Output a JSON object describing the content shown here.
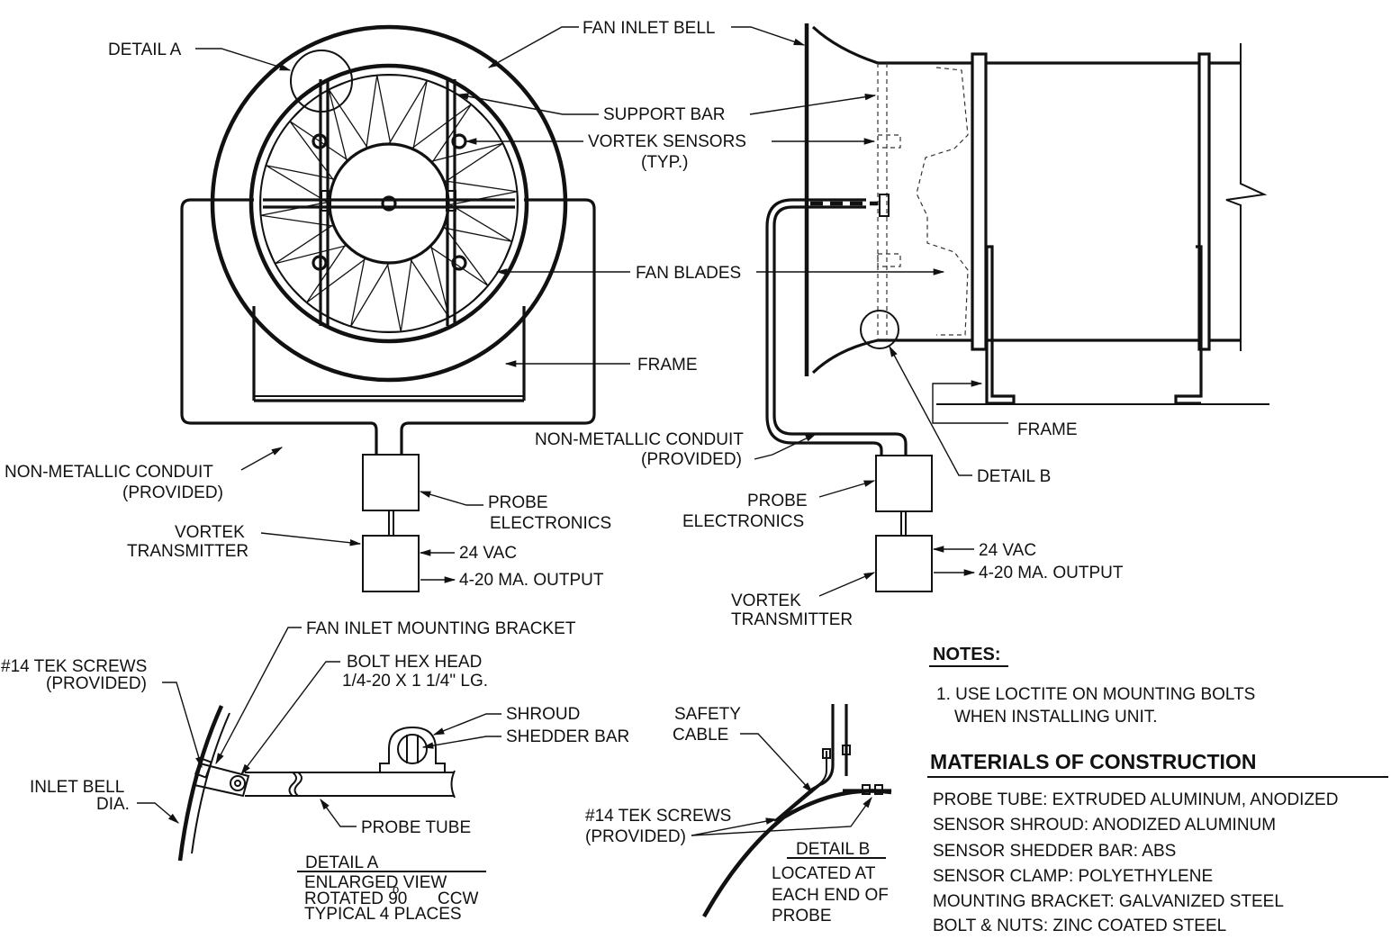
{
  "front_view": {
    "detail_a": "DETAIL A",
    "fan_inlet_bell": "FAN INLET BELL",
    "support_bar": "SUPPORT BAR",
    "vortek_sensors": "VORTEK SENSORS",
    "vortek_sensors_typ": "(TYP.)",
    "fan_blades": "FAN BLADES",
    "frame": "FRAME",
    "conduit_1": "NON-METALLIC CONDUIT",
    "conduit_2": "(PROVIDED)",
    "probe_electronics_1": "PROBE",
    "probe_electronics_2": "ELECTRONICS",
    "transmitter_1": "VORTEK",
    "transmitter_2": "TRANSMITTER",
    "vac": "24 VAC",
    "output": "4-20 MA. OUTPUT"
  },
  "side_view": {
    "conduit_1": "NON-METALLIC CONDUIT",
    "conduit_2": "(PROVIDED)",
    "frame": "FRAME",
    "detail_b": "DETAIL B",
    "probe_electronics_1": "PROBE",
    "probe_electronics_2": "ELECTRONICS",
    "vac": "24 VAC",
    "output": "4-20 MA. OUTPUT",
    "transmitter_1": "VORTEK",
    "transmitter_2": "TRANSMITTER"
  },
  "detail_a": {
    "fan_inlet_mounting_bracket": "FAN INLET MOUNTING BRACKET",
    "tek_screws_1": "#14 TEK SCREWS",
    "tek_screws_2": "(PROVIDED)",
    "bolt_hex_head_1": "BOLT HEX HEAD",
    "bolt_hex_head_2": "1/4-20 X 1 1/4\" LG.",
    "shroud": "SHROUD",
    "shedder_bar": "SHEDDER BAR",
    "inlet_bell_1": "INLET BELL",
    "inlet_bell_2": "DIA.",
    "probe_tube": "PROBE TUBE",
    "title": "DETAIL  A",
    "caption_1": "ENLARGED VIEW",
    "caption_2": "ROTATED 90",
    "caption_2b": "CCW",
    "caption_2_degree": "o",
    "caption_3": "TYPICAL 4 PLACES"
  },
  "detail_b": {
    "safety_cable_1": "SAFETY",
    "safety_cable_2": "CABLE",
    "tek_screws_1": "#14 TEK SCREWS",
    "tek_screws_2": "(PROVIDED)",
    "title": "DETAIL B",
    "caption_1": "LOCATED AT",
    "caption_2": "EACH END OF",
    "caption_3": "PROBE"
  },
  "notes": {
    "heading": "NOTES:",
    "note_1a": "1. USE LOCTITE ON MOUNTING BOLTS",
    "note_1b": "WHEN INSTALLING UNIT."
  },
  "materials": {
    "heading": "MATERIALS OF CONSTRUCTION",
    "items": [
      "PROBE TUBE: EXTRUDED ALUMINUM, ANODIZED",
      "SENSOR SHROUD:  ANODIZED ALUMINUM",
      "SENSOR SHEDDER BAR: ABS",
      "SENSOR CLAMP: POLYETHYLENE",
      "MOUNTING BRACKET: GALVANIZED STEEL",
      "BOLT & NUTS: ZINC COATED STEEL"
    ]
  }
}
